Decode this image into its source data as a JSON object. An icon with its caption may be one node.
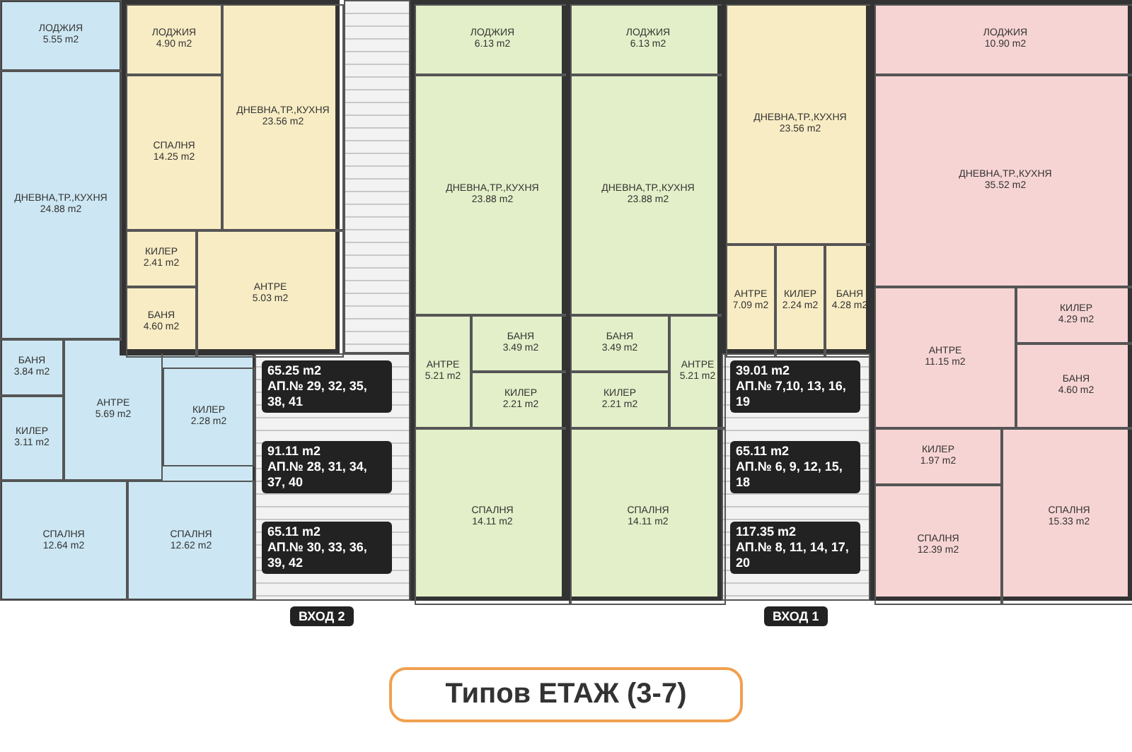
{
  "diagram": {
    "title": "Типов ЕТАЖ (3-7)",
    "nodes": [
      {
        "text": [],
        "shape": "box"
      },
      {
        "text": [
          "ЛОДЖИЯ",
          "5.55 m2"
        ],
        "in": 0
      },
      {
        "text": [
          "ДНЕВНА,ТР.,КУХНЯ",
          "24.88 m2"
        ],
        "in": 0
      },
      {
        "text": [
          "БАНЯ",
          "3.84 m2"
        ],
        "in": 0
      },
      {
        "text": [
          "КИЛЕР",
          "3.11 m2"
        ],
        "in": 0
      },
      {
        "text": [
          "АНТРЕ",
          "5.69 m2"
        ],
        "in": 0
      },
      {
        "text": [
          "КИЛЕР",
          "2.28 m2"
        ],
        "in": 0
      },
      {
        "text": [
          "СПАЛНЯ",
          "12.64 m2"
        ],
        "in": 0
      },
      {
        "text": [
          "СПАЛНЯ",
          "12.62 m2"
        ],
        "in": 0
      },
      {
        "text": [],
        "shape": "box"
      },
      {
        "text": [
          "ЛОДЖИЯ",
          "4.90 m2"
        ],
        "in": 9
      },
      {
        "text": [
          "ДНЕВНА,ТР.,КУХНЯ",
          "23.56 m2"
        ],
        "in": 9
      },
      {
        "text": [
          "СПАЛНЯ",
          "14.25 m2"
        ],
        "in": 9
      },
      {
        "text": [
          "КИЛЕР",
          "2.41 m2"
        ],
        "in": 9
      },
      {
        "text": [
          "БАНЯ",
          "4.60 m2"
        ],
        "in": 9
      },
      {
        "text": [
          "АНТРЕ",
          "5.03 m2"
        ],
        "in": 9
      },
      {
        "text": [],
        "shape": "box"
      },
      {
        "text": [
          "ЛОДЖИЯ",
          "6.13 m2"
        ],
        "in": 16
      },
      {
        "text": [
          "ДНЕВНА,ТР.,КУХНЯ",
          "23.88 m2"
        ],
        "in": 16
      },
      {
        "text": [
          "АНТРЕ",
          "5.21 m2"
        ],
        "in": 16
      },
      {
        "text": [
          "БАНЯ",
          "3.49 m2"
        ],
        "in": 16
      },
      {
        "text": [
          "КИЛЕР",
          "2.21 m2"
        ],
        "in": 16
      },
      {
        "text": [
          "СПАЛНЯ",
          "14.11 m2"
        ],
        "in": 16
      },
      {
        "text": [],
        "shape": "box"
      },
      {
        "text": [
          "ЛОДЖИЯ",
          "6.13 m2"
        ],
        "in": 23
      },
      {
        "text": [
          "ДНЕВНА,ТР.,КУХНЯ",
          "23.88 m2"
        ],
        "in": 23
      },
      {
        "text": [
          "БАНЯ",
          "3.49 m2"
        ],
        "in": 23
      },
      {
        "text": [
          "АНТРЕ",
          "5.21 m2"
        ],
        "in": 23
      },
      {
        "text": [
          "КИЛЕР",
          "2.21 m2"
        ],
        "in": 23
      },
      {
        "text": [
          "СПАЛНЯ",
          "14.11 m2"
        ],
        "in": 23
      },
      {
        "text": [],
        "shape": "box"
      },
      {
        "text": [
          "ДНЕВНА,ТР.,КУХНЯ",
          "23.56 m2"
        ],
        "in": 30
      },
      {
        "text": [
          "АНТРЕ",
          "7.09 m2"
        ],
        "in": 30
      },
      {
        "text": [
          "КИЛЕР",
          "2.24 m2"
        ],
        "in": 30
      },
      {
        "text": [
          "БАНЯ",
          "4.28 m2"
        ],
        "in": 30
      },
      {
        "text": [],
        "shape": "box"
      },
      {
        "text": [
          "ЛОДЖИЯ",
          "10.90 m2"
        ],
        "in": 35
      },
      {
        "text": [
          "ДНЕВНА,ТР.,КУХНЯ",
          "35.52 m2"
        ],
        "in": 35
      },
      {
        "text": [
          "АНТРЕ",
          "11.15 m2"
        ],
        "in": 35
      },
      {
        "text": [
          "КИЛЕР",
          "4.29 m2"
        ],
        "in": 35
      },
      {
        "text": [
          "БАНЯ",
          "4.60 m2"
        ],
        "in": 35
      },
      {
        "text": [
          "КИЛЕР",
          "1.97 m2"
        ],
        "in": 35
      },
      {
        "text": [
          "СПАЛНЯ",
          "12.39 m2"
        ],
        "in": 35
      },
      {
        "text": [
          "СПАЛНЯ",
          "15.33 m2"
        ],
        "in": 35
      }
    ],
    "labels": [
      "65.25 m2",
      "АП.№ 29, 32, 35, 38, 41",
      "91.11 m2",
      "АП.№ 28, 31, 34, 37, 40",
      "65.11 m2",
      "АП.№ 30, 33, 36, 39, 42",
      "39.01 m2",
      "АП.№ 7,10, 13, 16, 19",
      "65.11 m2",
      "АП.№ 6, 9, 12, 15, 18",
      "117.35 m2",
      "АП.№ 8, 11, 14, 17, 20",
      "ВХОД 2",
      "ВХОД 1"
    ]
  }
}
